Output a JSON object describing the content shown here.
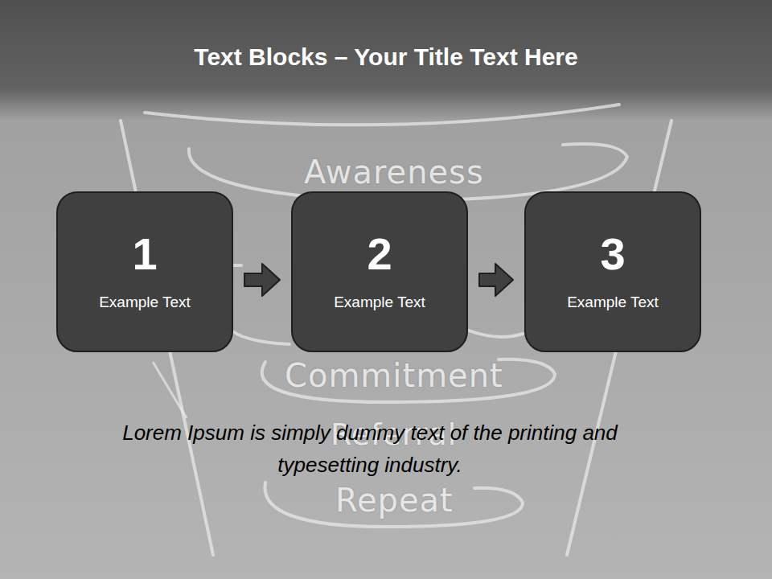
{
  "diagram": {
    "title": "Text Blocks – Your Title Text Here",
    "caption": "Lorem Ipsum is simply dummy text of the printing and typesetting industry.",
    "nodes": [
      {
        "text": [
          "1",
          "Example Text"
        ]
      },
      {
        "text": [
          "2",
          "Example Text"
        ]
      },
      {
        "text": [
          "3",
          "Example Text"
        ]
      }
    ],
    "edges": [
      {
        "from": 0,
        "to": 1,
        "arrow": "to"
      },
      {
        "from": 1,
        "to": 2,
        "arrow": "to"
      }
    ],
    "labels": [
      "Awareness",
      "Commitment",
      "Referral",
      "Repeat"
    ]
  }
}
